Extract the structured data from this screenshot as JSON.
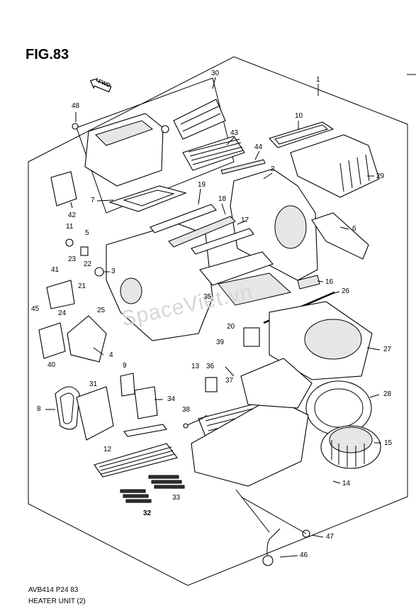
{
  "figure": {
    "title": "FIG.83",
    "code": "AVB414 P24 83",
    "caption": "HEATER UNIT (2)"
  },
  "direction_label": "FWD",
  "watermark": "SpaceViet.vn",
  "callouts": [
    {
      "id": "1",
      "label": "1"
    },
    {
      "id": "2",
      "label": "2"
    },
    {
      "id": "3",
      "label": "3"
    },
    {
      "id": "4",
      "label": "4"
    },
    {
      "id": "5",
      "label": "5"
    },
    {
      "id": "6",
      "label": "6"
    },
    {
      "id": "7",
      "label": "7"
    },
    {
      "id": "8",
      "label": "8"
    },
    {
      "id": "9",
      "label": "9"
    },
    {
      "id": "10",
      "label": "10"
    },
    {
      "id": "11",
      "label": "11"
    },
    {
      "id": "12",
      "label": "12"
    },
    {
      "id": "13",
      "label": "13"
    },
    {
      "id": "14",
      "label": "14"
    },
    {
      "id": "15",
      "label": "15"
    },
    {
      "id": "16",
      "label": "16"
    },
    {
      "id": "17",
      "label": "17"
    },
    {
      "id": "18",
      "label": "18"
    },
    {
      "id": "19",
      "label": "19"
    },
    {
      "id": "20",
      "label": "20"
    },
    {
      "id": "21",
      "label": "21"
    },
    {
      "id": "22",
      "label": "22"
    },
    {
      "id": "23",
      "label": "23"
    },
    {
      "id": "24",
      "label": "24"
    },
    {
      "id": "25",
      "label": "25"
    },
    {
      "id": "26",
      "label": "26"
    },
    {
      "id": "27",
      "label": "27"
    },
    {
      "id": "28",
      "label": "28"
    },
    {
      "id": "29",
      "label": "29"
    },
    {
      "id": "30",
      "label": "30"
    },
    {
      "id": "31",
      "label": "31"
    },
    {
      "id": "32",
      "label": "32"
    },
    {
      "id": "33",
      "label": "33"
    },
    {
      "id": "34",
      "label": "34"
    },
    {
      "id": "35",
      "label": "35"
    },
    {
      "id": "36",
      "label": "36"
    },
    {
      "id": "37",
      "label": "37"
    },
    {
      "id": "38",
      "label": "38"
    },
    {
      "id": "39",
      "label": "39"
    },
    {
      "id": "40",
      "label": "40"
    },
    {
      "id": "41",
      "label": "41"
    },
    {
      "id": "42",
      "label": "42"
    },
    {
      "id": "43",
      "label": "43"
    },
    {
      "id": "44",
      "label": "44"
    },
    {
      "id": "45",
      "label": "45"
    },
    {
      "id": "46",
      "label": "46"
    },
    {
      "id": "47",
      "label": "47"
    },
    {
      "id": "48",
      "label": "48"
    }
  ]
}
